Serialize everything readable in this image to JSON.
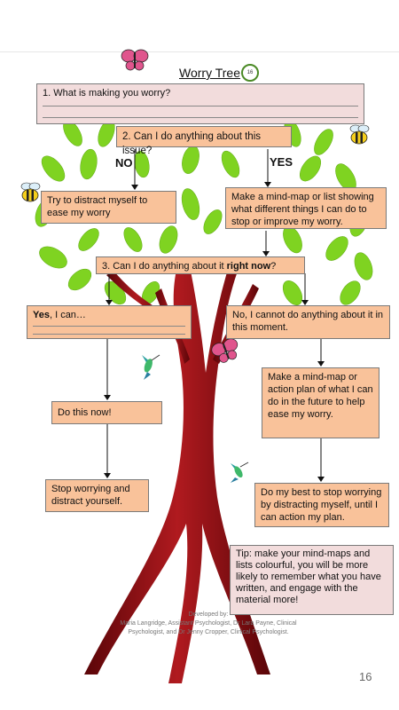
{
  "title": "Worry Tree",
  "badge": "16",
  "q1": {
    "text": "1. What is making you worry?"
  },
  "q2": {
    "text": "2. Can I do anything about this issue?"
  },
  "labels": {
    "no": "NO",
    "yes": "YES"
  },
  "distract": {
    "text": "Try to distract myself to ease my worry"
  },
  "mindmap": {
    "text": "Make a mind-map or list showing what different things I can do to stop or improve my worry."
  },
  "q3": {
    "text_before": "3. Can I do anything about it ",
    "text_bold": "right now",
    "text_after": "?"
  },
  "yes_can": {
    "bold": "Yes",
    "rest": ", I can…"
  },
  "no_cannot": {
    "text": "No, I cannot do anything about it in this moment."
  },
  "future_plan": {
    "text": "Make a mind-map or action plan of what I can do in the future to help ease my worry."
  },
  "do_now": {
    "text": "Do this now!"
  },
  "stop_worrying": {
    "text": "Stop worrying and distract yourself."
  },
  "best_stop": {
    "text": "Do my best to stop worrying by distracting  myself, until I can action my plan."
  },
  "tip": {
    "text": "Tip: make your mind-maps and lists colourful, you will be more likely to remember  what you have written, and engage with the material more!"
  },
  "credits": {
    "line1": "Developed by:",
    "line2": "Maria Langridge, Assistant Psychologist, Dr Lara Payne, Clinical",
    "line3": "Psychologist, and Dr Jenny Cropper, Clinical Psychologist."
  },
  "page_number": "16",
  "colors": {
    "orange_box": "#f9c29a",
    "pink_box": "#f2dcdc",
    "leaf_green": "#7fd321",
    "trunk_red": "#8b0e12",
    "badge_green": "#4b8a26"
  },
  "icons": [
    "butterfly-icon",
    "bee-icon",
    "hummingbird-icon"
  ]
}
